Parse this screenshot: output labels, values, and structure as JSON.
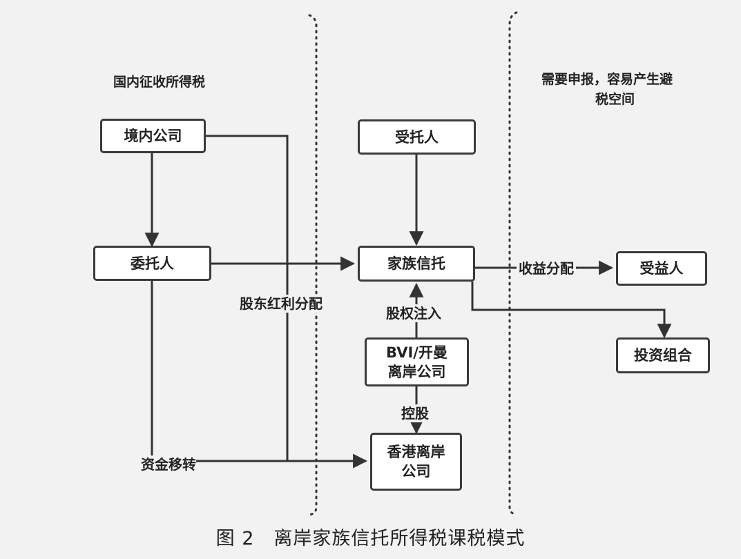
{
  "notes": {
    "left": "国内征收所得税",
    "right_line1": "需要申报，容易产生避",
    "right_line2": "税空间"
  },
  "nodes": {
    "domestic_company": "境内公司",
    "settlor": "委托人",
    "trustee": "受托人",
    "family_trust": "家族信托",
    "bvi_company": "BVI/开曼\n离岸公司",
    "hk_company": "香港离岸\n公司",
    "beneficiary": "受益人",
    "portfolio": "投资组合"
  },
  "edges": {
    "dividend": "股东红利分配",
    "equity_injection": "股权注入",
    "holding": "控股",
    "fund_transfer": "资金移转",
    "income_distribution": "收益分配"
  },
  "caption": "图 2　离岸家族信托所得税课税模式"
}
